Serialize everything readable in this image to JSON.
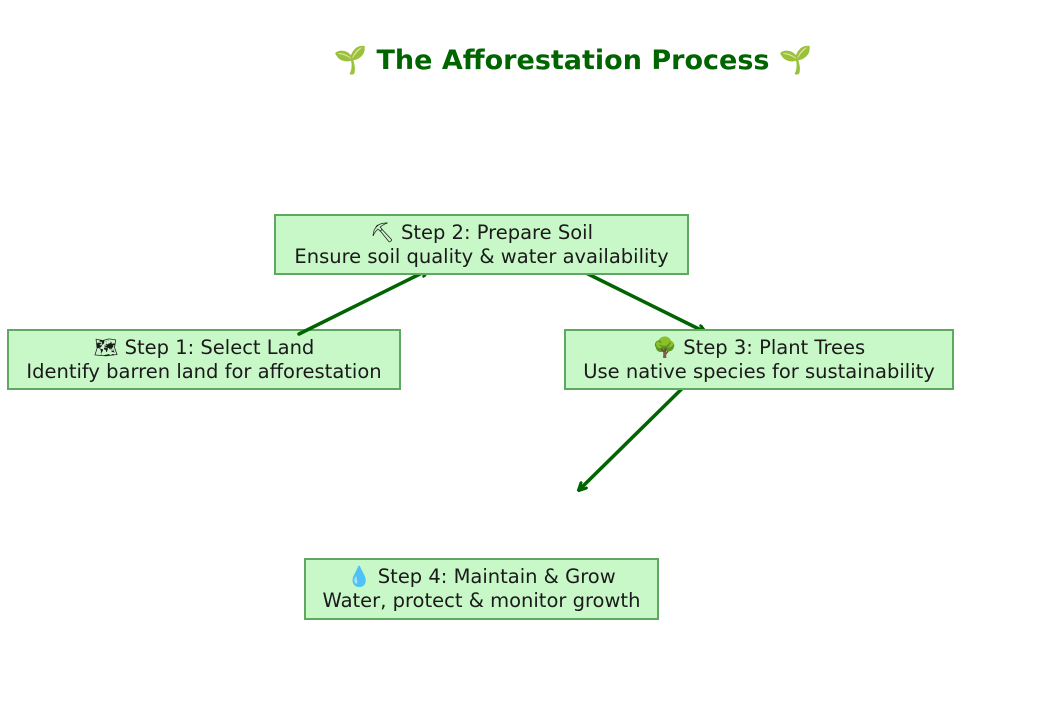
{
  "diagram": {
    "title": "🌱 The Afforestation Process 🌱",
    "colors": {
      "title": "#006400",
      "box_fill": "#c8f7c8",
      "box_border": "#5fa85f",
      "arrow": "#006400",
      "text": "#1a1a1a"
    },
    "steps": [
      {
        "heading": "🗺 Step 1: Select Land",
        "description": "Identify barren land for afforestation"
      },
      {
        "heading": "⛏ Step 2: Prepare Soil",
        "description": "Ensure soil quality & water availability"
      },
      {
        "heading": "🌳 Step 3: Plant Trees",
        "description": "Use native species for sustainability"
      },
      {
        "heading": "💧 Step 4: Maintain & Grow",
        "description": "Water, protect & monitor growth"
      }
    ],
    "connections": [
      {
        "from": "step-1",
        "to": "step-2"
      },
      {
        "from": "step-2",
        "to": "step-3"
      },
      {
        "from": "step-3",
        "to": "step-4"
      }
    ]
  }
}
